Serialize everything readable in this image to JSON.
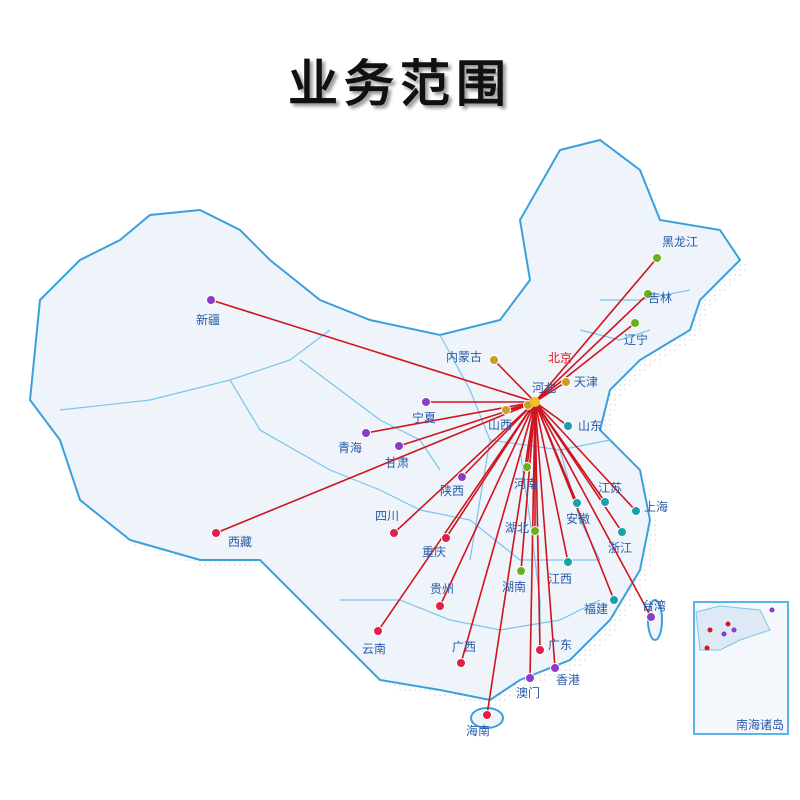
{
  "title": "业务范围",
  "hub": {
    "name": "北京",
    "label_color": "#e0141e"
  },
  "line_color": "#d0141e",
  "map_fill": "#eef4fa",
  "border_color": "#3aa0dc",
  "provinces": [
    {
      "name": "新疆",
      "marker": "#8a3cc8"
    },
    {
      "name": "西藏",
      "marker": "#e0204a"
    },
    {
      "name": "青海",
      "marker": "#8a3cc8"
    },
    {
      "name": "甘肃",
      "marker": "#8a3cc8"
    },
    {
      "name": "宁夏",
      "marker": "#8a3cc8"
    },
    {
      "name": "内蒙古",
      "marker": "#c8a020"
    },
    {
      "name": "陕西",
      "marker": "#8a3cc8"
    },
    {
      "name": "四川",
      "marker": "#e0204a"
    },
    {
      "name": "重庆",
      "marker": "#e0204a"
    },
    {
      "name": "山西",
      "marker": "#c8a020"
    },
    {
      "name": "河北",
      "marker": "#c8a020"
    },
    {
      "name": "天津",
      "marker": "#c8a020"
    },
    {
      "name": "山东",
      "marker": "#1aa0a8"
    },
    {
      "name": "河南",
      "marker": "#6ab020"
    },
    {
      "name": "湖北",
      "marker": "#6ab020"
    },
    {
      "name": "湖南",
      "marker": "#6ab020"
    },
    {
      "name": "江西",
      "marker": "#1aa0a8"
    },
    {
      "name": "安徽",
      "marker": "#1aa0a8"
    },
    {
      "name": "江苏",
      "marker": "#1aa0a8"
    },
    {
      "name": "上海",
      "marker": "#1aa0a8"
    },
    {
      "name": "浙江",
      "marker": "#1aa0a8"
    },
    {
      "name": "福建",
      "marker": "#1aa0a8"
    },
    {
      "name": "台湾",
      "marker": "#8a3cc8"
    },
    {
      "name": "广东",
      "marker": "#e0204a"
    },
    {
      "name": "广西",
      "marker": "#e0204a"
    },
    {
      "name": "云南",
      "marker": "#e0204a"
    },
    {
      "name": "贵州",
      "marker": "#e0204a"
    },
    {
      "name": "海南",
      "marker": "#e0204a"
    },
    {
      "name": "澳门",
      "marker": "#8a3cc8"
    },
    {
      "name": "香港",
      "marker": "#8a3cc8"
    },
    {
      "name": "辽宁",
      "marker": "#6ab020"
    },
    {
      "name": "吉林",
      "marker": "#6ab020"
    },
    {
      "name": "黑龙江",
      "marker": "#6ab020"
    }
  ],
  "inset": {
    "label": "南海诸岛"
  }
}
